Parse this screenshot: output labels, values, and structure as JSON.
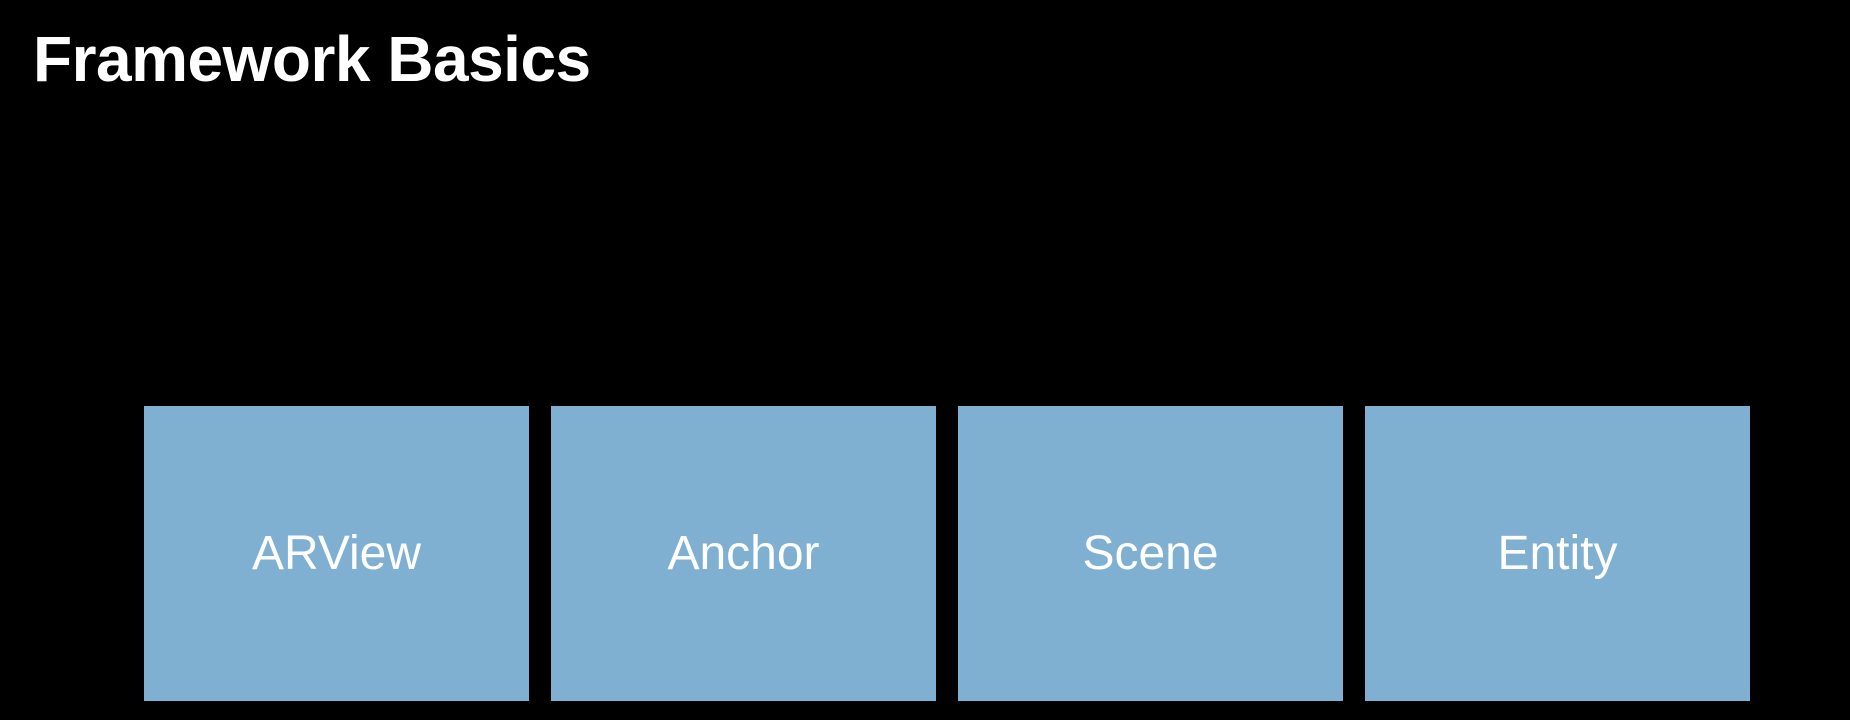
{
  "slide": {
    "title": "Framework Basics"
  },
  "colors": {
    "background": "#000000",
    "box_fill": "#80b0d1",
    "text": "#ffffff"
  },
  "boxes": [
    {
      "label": "ARView"
    },
    {
      "label": "Anchor"
    },
    {
      "label": "Scene"
    },
    {
      "label": "Entity"
    }
  ]
}
